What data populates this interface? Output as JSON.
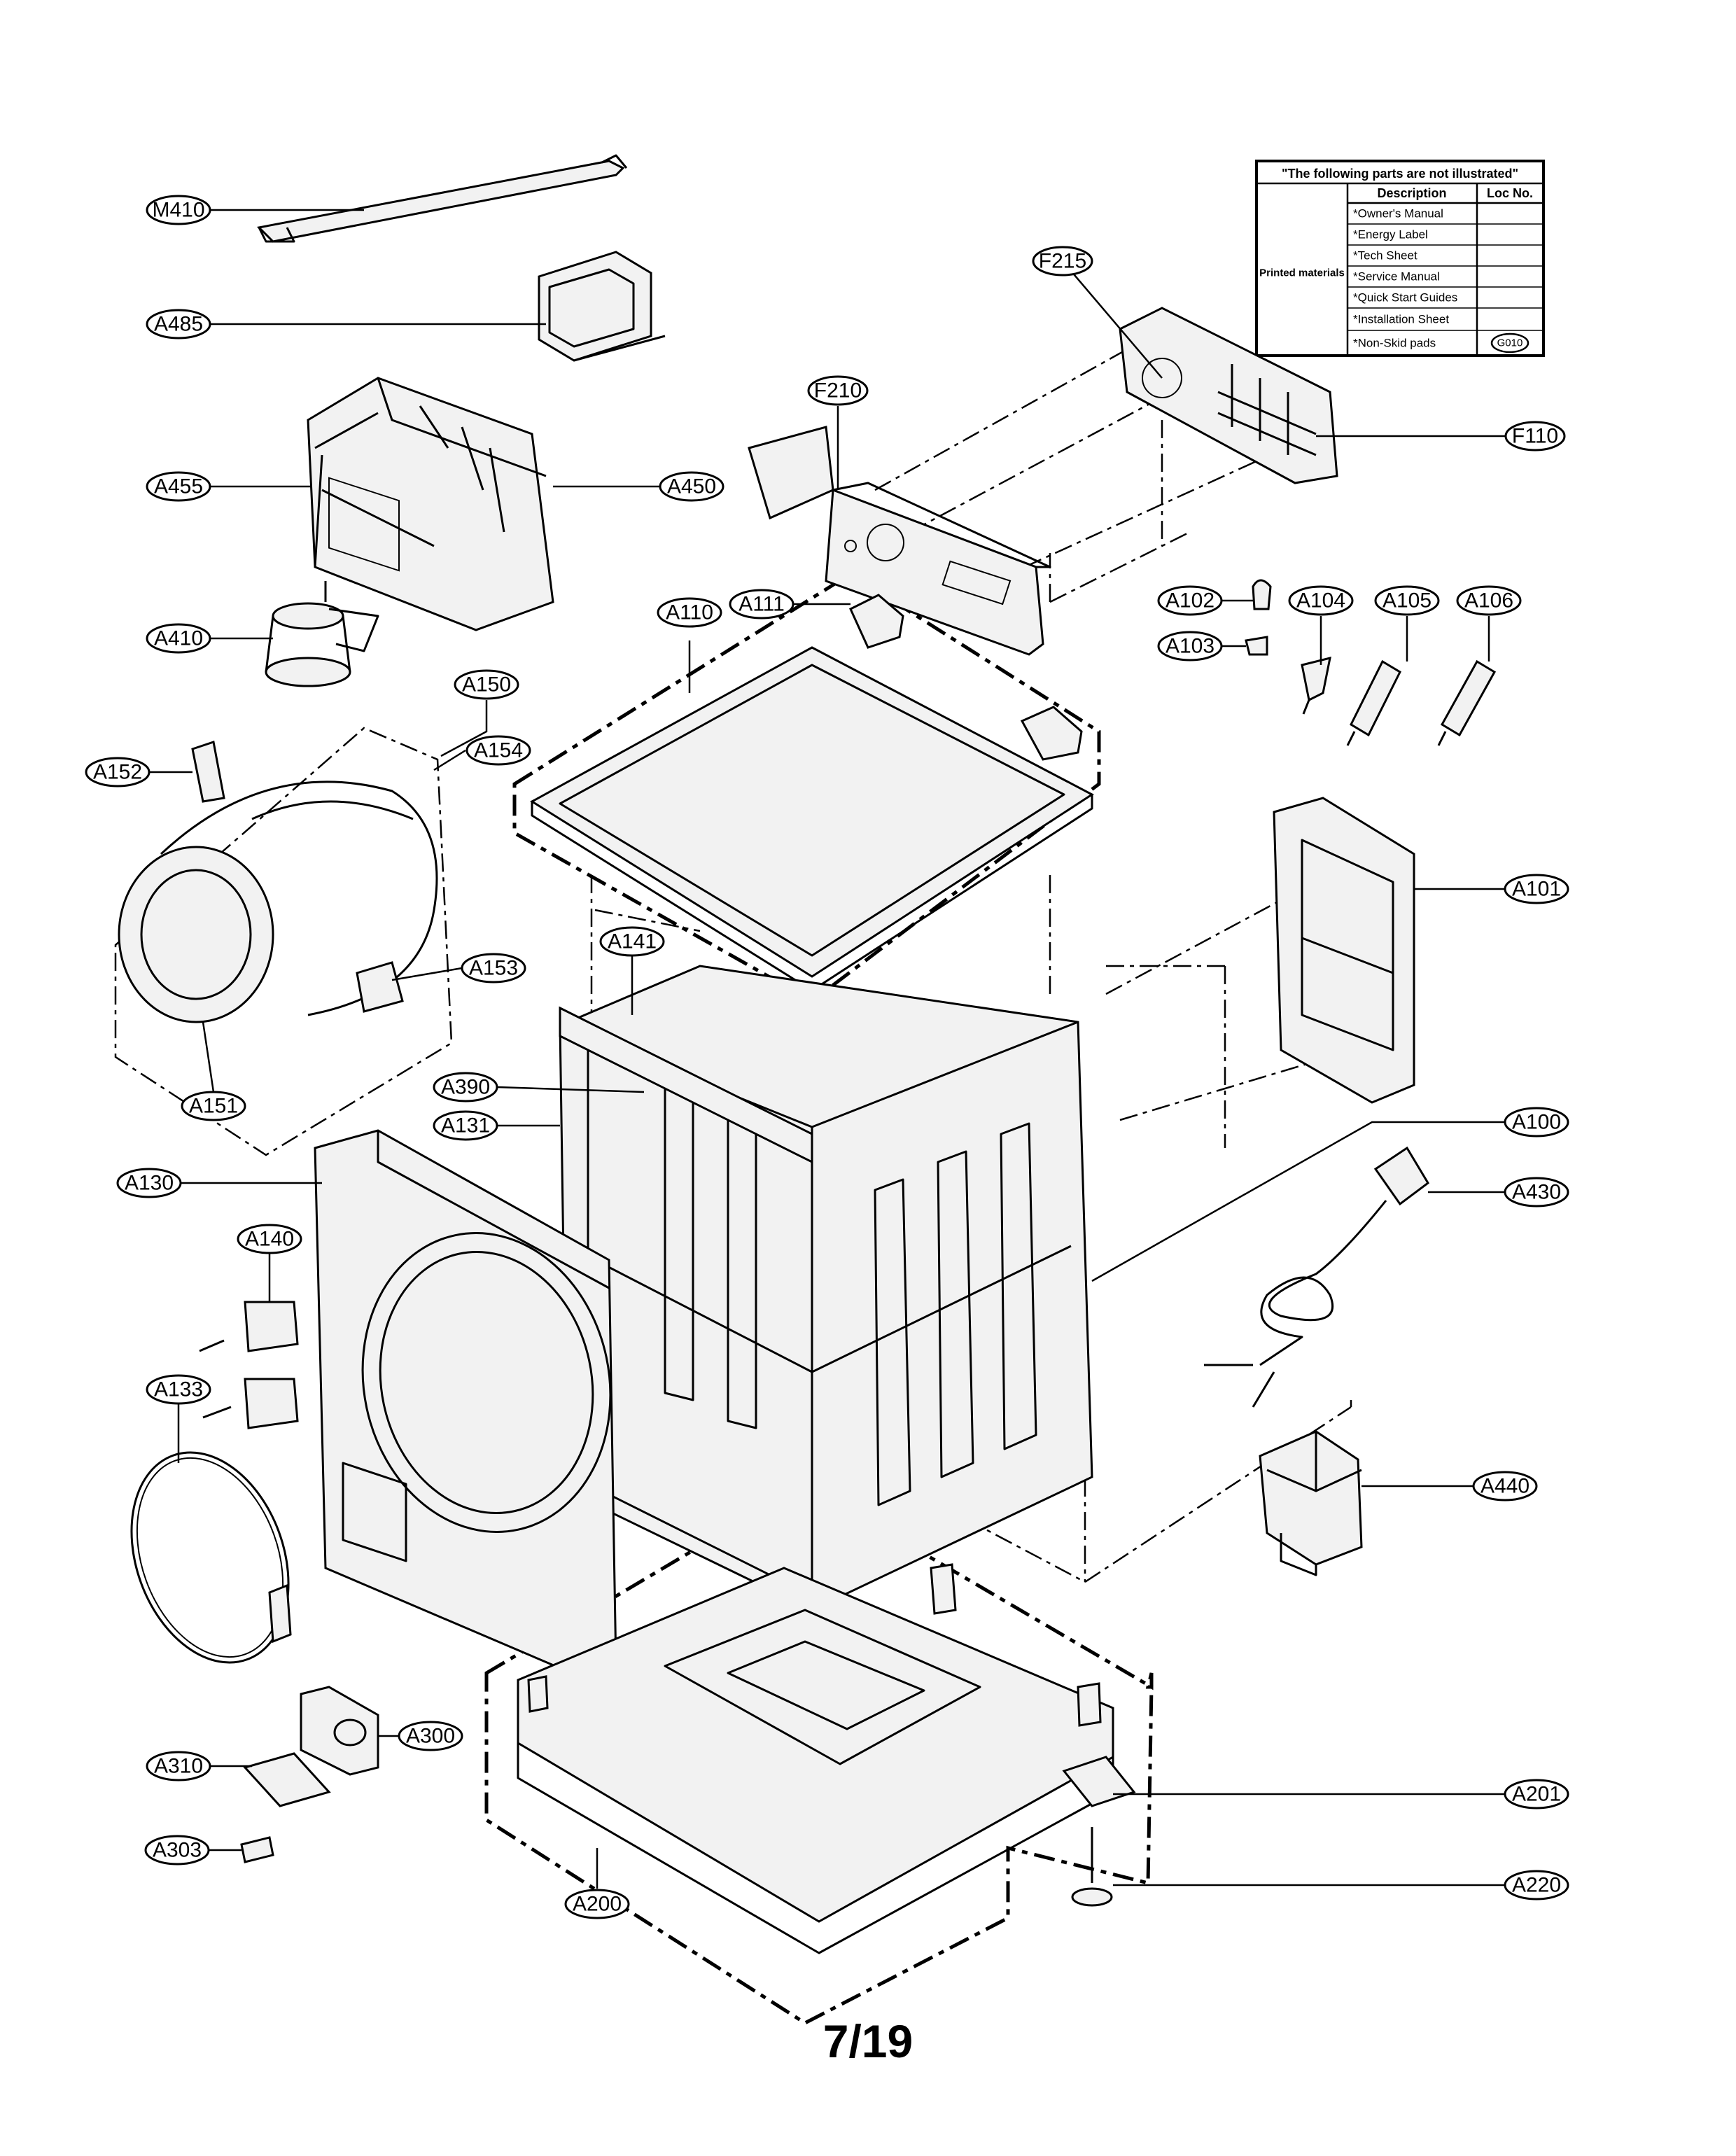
{
  "page_number": "7/19",
  "table": {
    "title": "\"The following parts are not illustrated\"",
    "header_description": "Description",
    "header_loc": "Loc No.",
    "group_label": "Printed materials",
    "rows": [
      {
        "desc": "*Owner's Manual",
        "loc": ""
      },
      {
        "desc": "*Energy Label",
        "loc": ""
      },
      {
        "desc": "*Tech Sheet",
        "loc": ""
      },
      {
        "desc": "*Service Manual",
        "loc": ""
      },
      {
        "desc": "*Quick Start Guides",
        "loc": ""
      },
      {
        "desc": "*Installation Sheet",
        "loc": ""
      },
      {
        "desc": "*Non-Skid pads",
        "loc": "G010"
      }
    ]
  },
  "labels": {
    "M410": "M410",
    "A485": "A485",
    "A455": "A455",
    "A450": "A450",
    "A410": "A410",
    "F215": "F215",
    "F210": "F210",
    "F110": "F110",
    "A110": "A110",
    "A111": "A111",
    "A102": "A102",
    "A103": "A103",
    "A104": "A104",
    "A105": "A105",
    "A106": "A106",
    "A150": "A150",
    "A154": "A154",
    "A152": "A152",
    "A153": "A153",
    "A151": "A151",
    "A141": "A141",
    "A101": "A101",
    "A390": "A390",
    "A131": "A131",
    "A100": "A100",
    "A130": "A130",
    "A430": "A430",
    "A140": "A140",
    "A133": "A133",
    "A440": "A440",
    "A300": "A300",
    "A310": "A310",
    "A201": "A201",
    "A303": "A303",
    "A220": "A220",
    "A200": "A200"
  }
}
